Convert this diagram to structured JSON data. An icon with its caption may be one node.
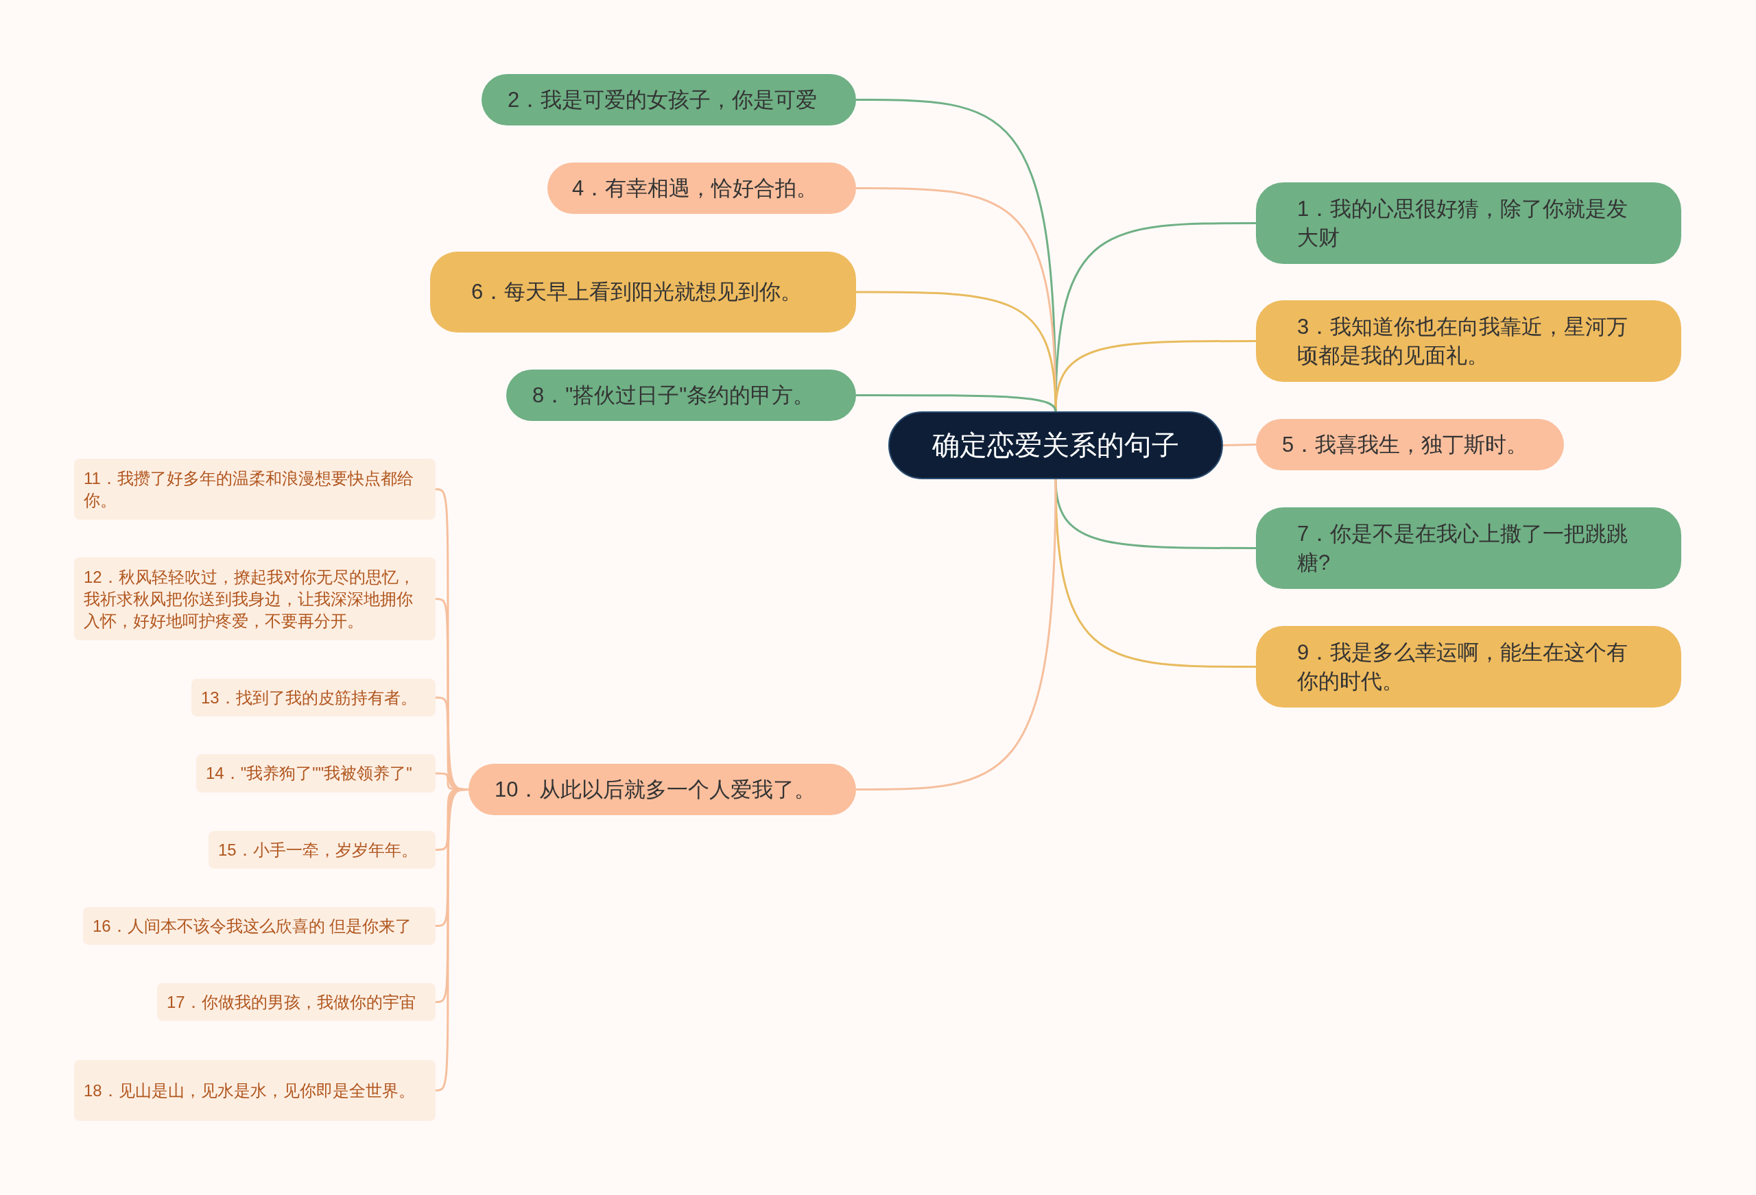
{
  "diagram": {
    "nodes": [
      {
        "text": [
          "确定恋爱关系的句子"
        ]
      },
      {
        "text": [
          "1．我的心思很好猜，除了你就是发大财"
        ]
      },
      {
        "text": [
          "2．我是可爱的女孩子，你是可爱"
        ]
      },
      {
        "text": [
          "3．我知道你也在向我靠近，星河万顷都是我的见面礼。"
        ]
      },
      {
        "text": [
          "4．有幸相遇，恰好合拍。"
        ]
      },
      {
        "text": [
          "5．我喜我生，独丁斯时。"
        ]
      },
      {
        "text": [
          "6．每天早上看到阳光就想见到你。"
        ]
      },
      {
        "text": [
          "7．你是不是在我心上撒了一把跳跳糖?"
        ]
      },
      {
        "text": [
          "8．\"搭伙过日子\"条约的甲方。"
        ]
      },
      {
        "text": [
          "9．我是多么幸运啊，能生在这个有你的时代。"
        ]
      },
      {
        "text": [
          "10．从此以后就多一个人爱我了。"
        ]
      },
      {
        "text": [
          "11．我攒了好多年的温柔和浪漫想要快点都给你。"
        ]
      },
      {
        "text": [
          "12．秋风轻轻吹过，撩起我对你无尽的思忆，我祈求秋风把你送到我身边，让我深深地拥你入怀，好好地呵护疼爱，不要再分开。"
        ]
      },
      {
        "text": [
          "13．找到了我的皮筋持有者。"
        ]
      },
      {
        "text": [
          "14．\"我养狗了\"\"我被领养了\""
        ]
      },
      {
        "text": [
          "15．小手一牵，岁岁年年。"
        ]
      },
      {
        "text": [
          "16．人间本不该令我这么欣喜的 但是你来了"
        ]
      },
      {
        "text": [
          "17．你做我的男孩，我做你的宇宙"
        ]
      },
      {
        "text": [
          "18．见山是山，见水是水，见你即是全世界。"
        ]
      }
    ],
    "edges": [
      {
        "from": 0,
        "to": 1,
        "arrow": "none",
        "color": "#6fb085"
      },
      {
        "from": 0,
        "to": 2,
        "arrow": "none",
        "color": "#6fb085"
      },
      {
        "from": 0,
        "to": 3,
        "arrow": "none",
        "color": "#e8bb5e"
      },
      {
        "from": 0,
        "to": 4,
        "arrow": "none"
      },
      {
        "from": 0,
        "to": 5,
        "arrow": "none"
      },
      {
        "from": 0,
        "to": 6,
        "arrow": "none",
        "color": "#e8bb5e"
      },
      {
        "from": 0,
        "to": 7,
        "arrow": "none",
        "color": "#6fb085"
      },
      {
        "from": 0,
        "to": 8,
        "arrow": "none",
        "color": "#6fb085"
      },
      {
        "from": 0,
        "to": 9,
        "arrow": "none",
        "color": "#e8bb5e"
      },
      {
        "from": 0,
        "to": 10,
        "arrow": "none"
      },
      {
        "from": 10,
        "to": 11,
        "arrow": "none"
      },
      {
        "from": 10,
        "to": 12,
        "arrow": "none"
      },
      {
        "from": 10,
        "to": 13,
        "arrow": "none"
      },
      {
        "from": 10,
        "to": 14,
        "arrow": "none"
      },
      {
        "from": 10,
        "to": 15,
        "arrow": "none"
      },
      {
        "from": 10,
        "to": 16,
        "arrow": "none"
      },
      {
        "from": 10,
        "to": 17,
        "arrow": "none"
      },
      {
        "from": 10,
        "to": 18,
        "arrow": "none"
      }
    ]
  }
}
